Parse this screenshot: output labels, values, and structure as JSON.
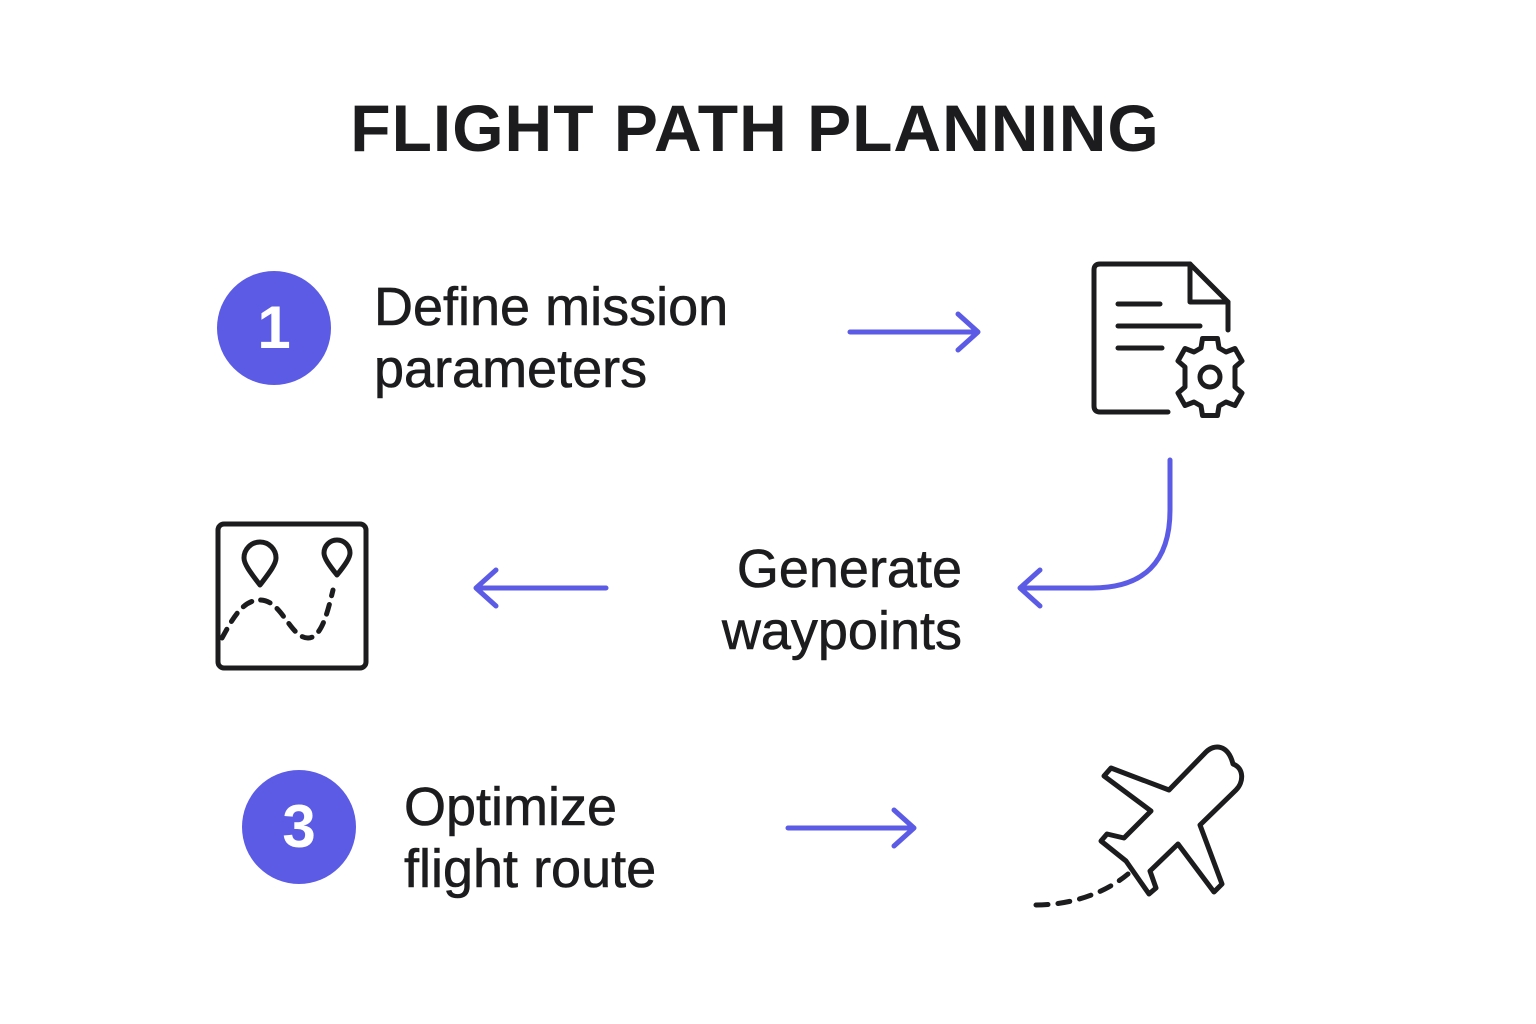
{
  "title": "FLIGHT PATH PLANNING",
  "accent_color": "#5b5be6",
  "steps": [
    {
      "number": "1",
      "line1": "Define mission",
      "line2": "parameters",
      "icon": "document-gear-icon"
    },
    {
      "line1": "Generate",
      "line2": "waypoints",
      "icon": "map-route-icon"
    },
    {
      "number": "3",
      "line1": "Optimize",
      "line2": "flight route",
      "icon": "airplane-icon"
    }
  ]
}
